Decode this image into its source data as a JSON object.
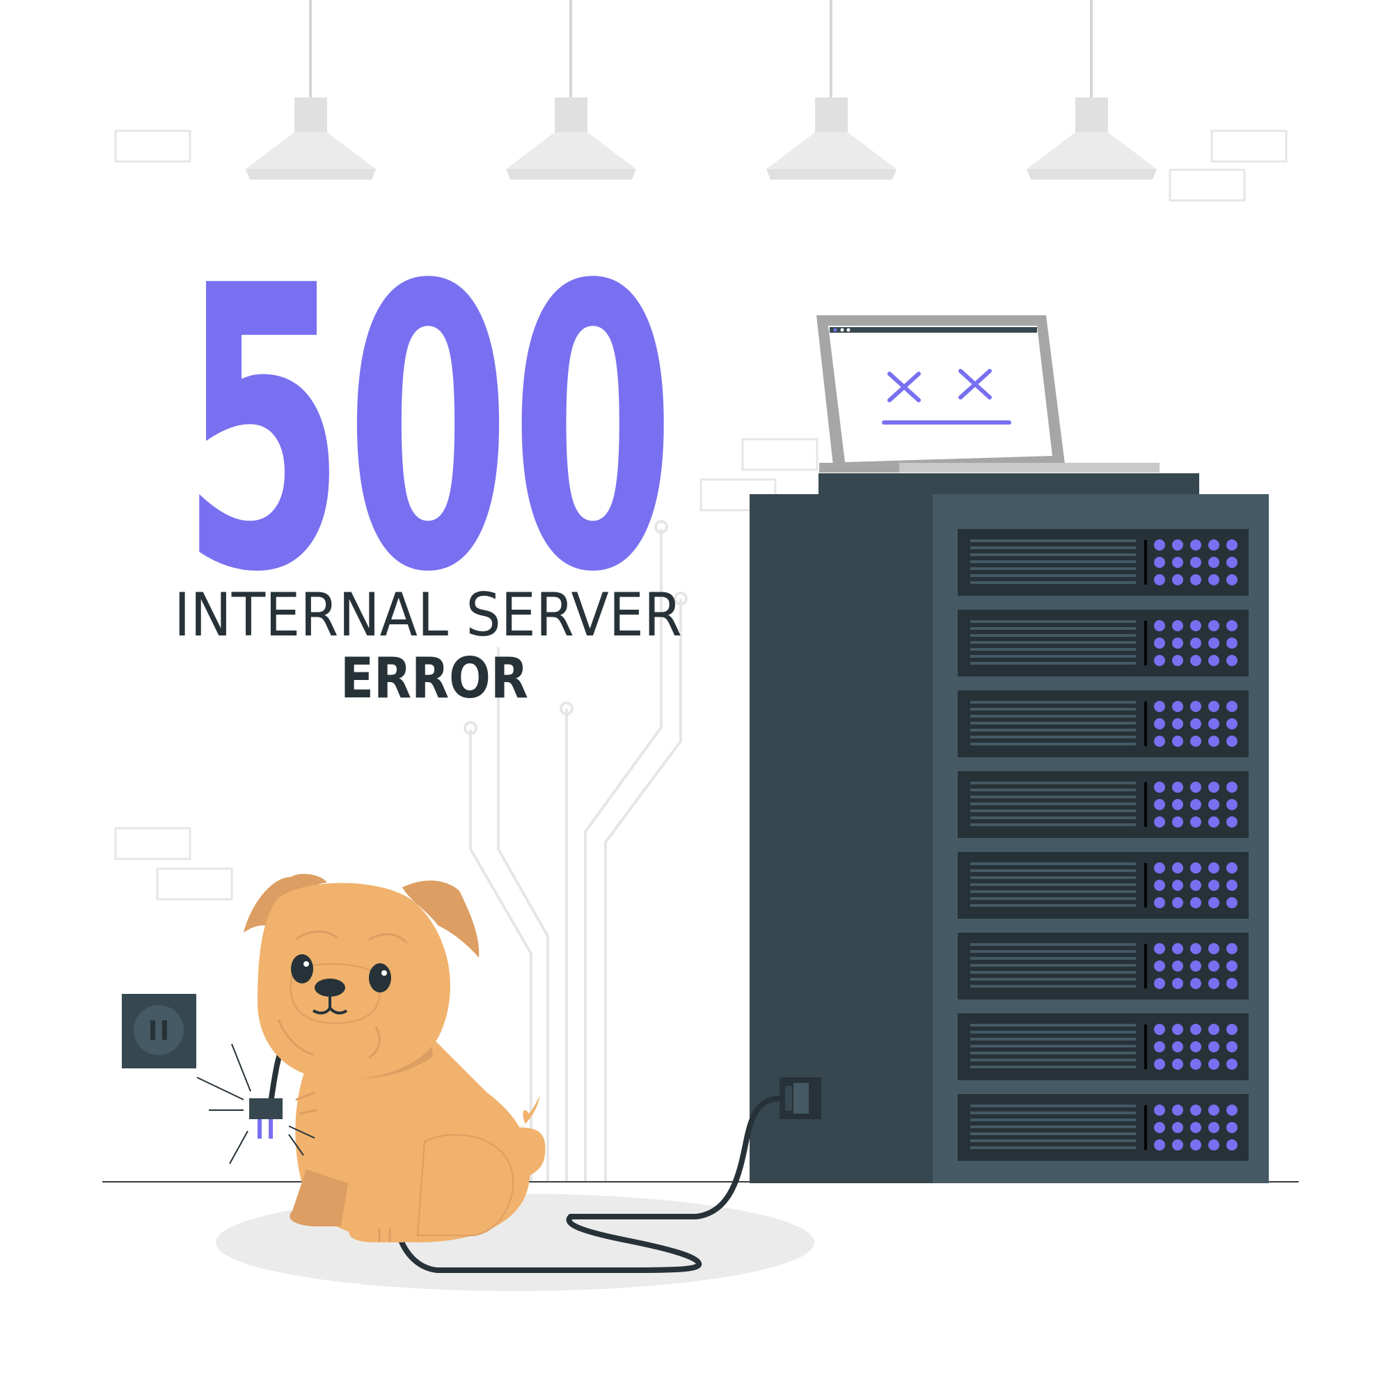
{
  "error": {
    "code": "500",
    "line1": "INTERNAL SERVER",
    "line2": "ERROR"
  },
  "colors": {
    "accent": "#7870F0",
    "server_dark": "#37474F",
    "server_panel": "#455A64",
    "ceiling_lamp": "#E0E0E0",
    "dog": "#F0B26C",
    "dog_dark": "#DC9E62"
  },
  "icons": {
    "laptop_screen": "error-face-icon",
    "wall_socket": "power-socket-icon"
  },
  "server": {
    "unit_count": 8
  }
}
